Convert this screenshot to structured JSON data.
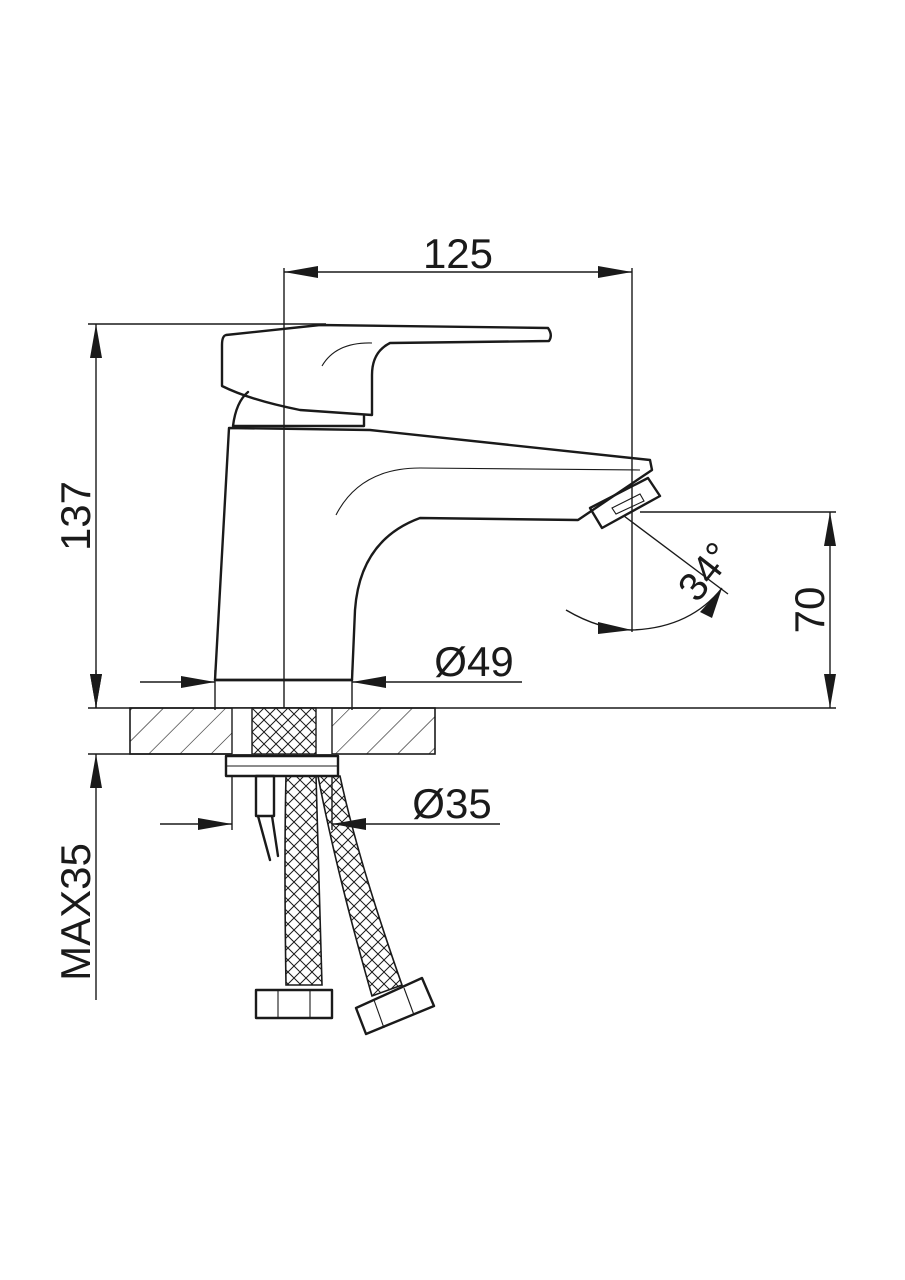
{
  "dimensions": {
    "width_label": "125",
    "height_label": "137",
    "spout_height_label": "70",
    "angle_label": "34°",
    "base_diameter_label": "Ø49",
    "hole_diameter_label": "Ø35",
    "max_thickness_label": "MAX35"
  },
  "colors": {
    "line": "#1a1a1a",
    "background": "#ffffff"
  }
}
